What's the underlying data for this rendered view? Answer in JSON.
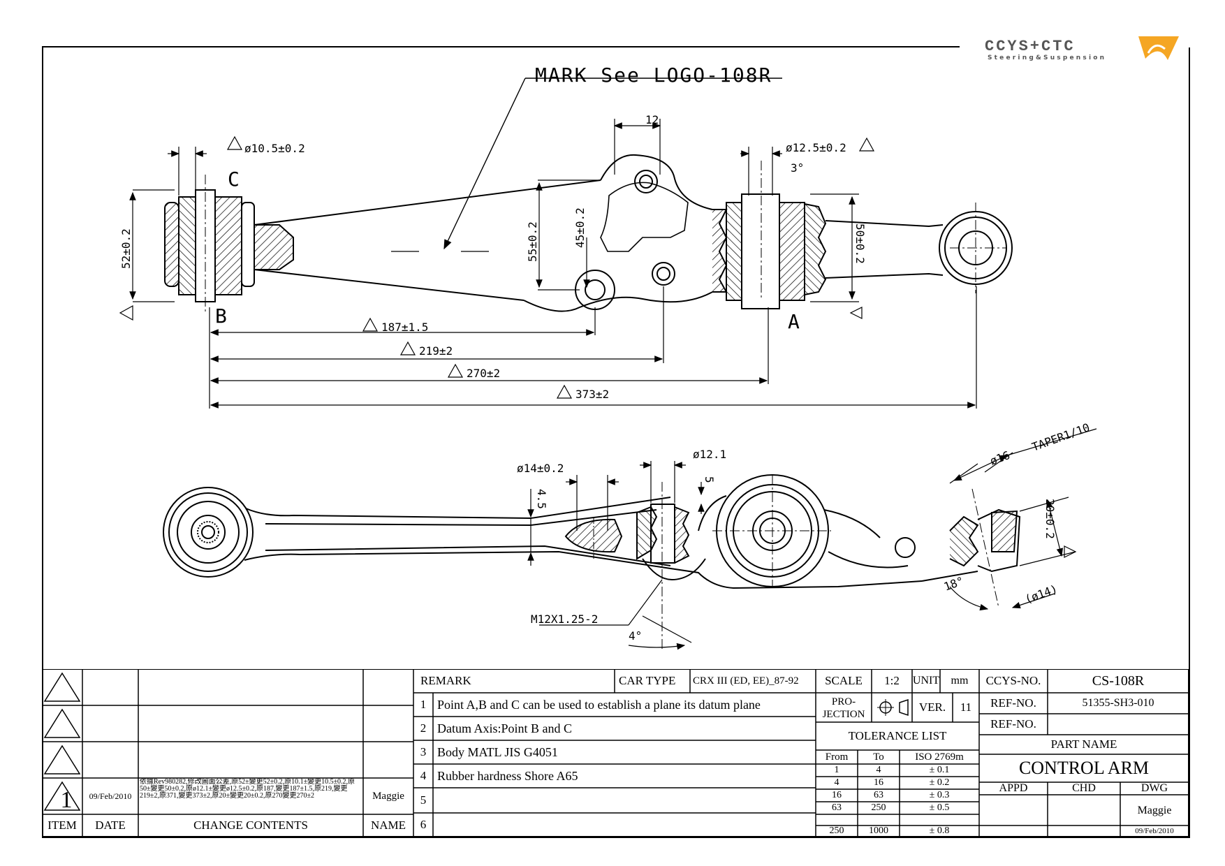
{
  "logo": {
    "name": "CCYS+CTC",
    "tagline": "Steering&Suspension",
    "accent": "#f5a623"
  },
  "drawing": {
    "mark_note": "MARK See LOGO-108R",
    "top_view": {
      "dims": [
        "ø10.5±0.2",
        "12",
        "ø12.5±0.2",
        "3°",
        "52±0.2",
        "55±0.2",
        "45±0.2",
        "50±0.2",
        "187±1.5",
        "219±2",
        "270±2",
        "373±2"
      ],
      "points": [
        "A",
        "B",
        "C"
      ]
    },
    "side_view": {
      "dims": [
        "ø14±0.2",
        "ø12.1",
        "4.5",
        "5",
        "ø16",
        "TAPER1/10",
        "20±0.2",
        "18°",
        "(ø14)",
        "M12X1.25-2",
        "4°"
      ]
    }
  },
  "title_block": {
    "revision": {
      "headers": {
        "item": "ITEM",
        "date": "DATE",
        "contents": "CHANGE CONTENTS",
        "name": "NAME"
      },
      "entry": {
        "item": "1",
        "date": "09/Feb/2010",
        "contents": "依據Rev980282,修改圖面公差,原52±變更52±0.2,原10.1±變更10.5±0.2,原50±變更50±0.2,原ø12.1±變更ø12.5±0.2,原187,變更187±1.5,原219,變更219±2,原371,變更373±2,原20±變更20±0.2,原270變更270±2",
        "name": "Maggie"
      }
    },
    "remark": {
      "label": "REMARK",
      "car_type_label": "CAR TYPE",
      "car_type_value": "CRX III (ED, EE)_87-92",
      "rows": [
        {
          "no": "1",
          "text": "Point A,B and C can be used to establish a plane its datum plane"
        },
        {
          "no": "2",
          "text": "Datum Axis:Point B and C"
        },
        {
          "no": "3",
          "text": "Body MATL JIS G4051"
        },
        {
          "no": "4",
          "text": "Rubber hardness Shore A65"
        },
        {
          "no": "5",
          "text": ""
        },
        {
          "no": "6",
          "text": ""
        }
      ]
    },
    "scale_label": "SCALE",
    "scale_value": "1:2",
    "unit_label": "UNIT",
    "unit_value": "mm",
    "projection_label_1": "PRO-",
    "projection_label_2": "JECTION",
    "ver_label": "VER.",
    "ver_value": "11",
    "tolerance": {
      "title": "TOLERANCE LIST",
      "headers": [
        "From",
        "To",
        "ISO 2769m"
      ],
      "rows": [
        [
          "1",
          "4",
          "± 0.1"
        ],
        [
          "4",
          "16",
          "± 0.2"
        ],
        [
          "16",
          "63",
          "± 0.3"
        ],
        [
          "63",
          "250",
          "± 0.5"
        ],
        [
          "250",
          "1000",
          "± 0.8"
        ]
      ]
    },
    "ccys_no_label": "CCYS-NO.",
    "ccys_no_value": "CS-108R",
    "ref_no_label": "REF-NO.",
    "ref_no_value": "51355-SH3-010",
    "ref_no_label_2": "REF-NO.",
    "part_name_label": "PART NAME",
    "part_name_value": "CONTROL ARM",
    "appd_label": "APPD",
    "chd_label": "CHD",
    "dwg_label": "DWG",
    "dwg_name": "Maggie",
    "dwg_date": "09/Feb/2010"
  }
}
